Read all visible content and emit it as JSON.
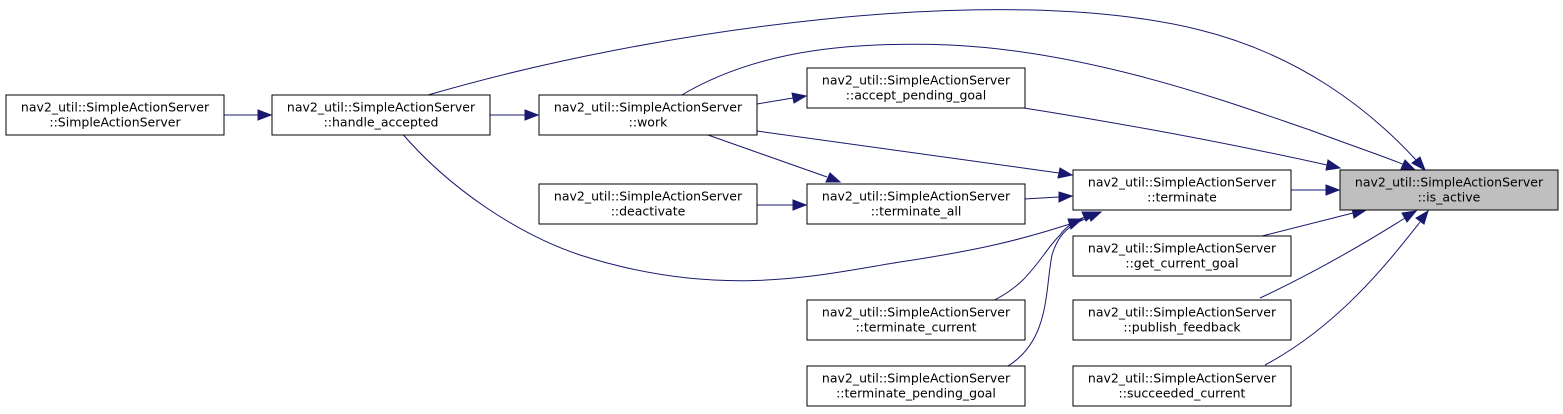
{
  "colors": {
    "edge": "#191970",
    "node_fill": "#ffffff",
    "focus_fill": "#bfbfbf",
    "border": "#000000"
  },
  "nodes": {
    "is_active": {
      "line1": "nav2_util::SimpleActionServer",
      "line2": "::is_active"
    },
    "terminate": {
      "line1": "nav2_util::SimpleActionServer",
      "line2": "::terminate"
    },
    "get_current_goal": {
      "line1": "nav2_util::SimpleActionServer",
      "line2": "::get_current_goal"
    },
    "publish_feedback": {
      "line1": "nav2_util::SimpleActionServer",
      "line2": "::publish_feedback"
    },
    "succeeded_current": {
      "line1": "nav2_util::SimpleActionServer",
      "line2": "::succeeded_current"
    },
    "accept_pending_goal": {
      "line1": "nav2_util::SimpleActionServer",
      "line2": "::accept_pending_goal"
    },
    "terminate_all": {
      "line1": "nav2_util::SimpleActionServer",
      "line2": "::terminate_all"
    },
    "terminate_current": {
      "line1": "nav2_util::SimpleActionServer",
      "line2": "::terminate_current"
    },
    "terminate_pending_goal": {
      "line1": "nav2_util::SimpleActionServer",
      "line2": "::terminate_pending_goal"
    },
    "work": {
      "line1": "nav2_util::SimpleActionServer",
      "line2": "::work"
    },
    "deactivate": {
      "line1": "nav2_util::SimpleActionServer",
      "line2": "::deactivate"
    },
    "handle_accepted": {
      "line1": "nav2_util::SimpleActionServer",
      "line2": "::handle_accepted"
    },
    "constructor": {
      "line1": "nav2_util::SimpleActionServer",
      "line2": "::SimpleActionServer"
    }
  },
  "edges": [
    {
      "from": "constructor",
      "to": "handle_accepted"
    },
    {
      "from": "handle_accepted",
      "to": "work"
    },
    {
      "from": "handle_accepted",
      "to": "is_active"
    },
    {
      "from": "handle_accepted",
      "to": "terminate"
    },
    {
      "from": "work",
      "to": "accept_pending_goal"
    },
    {
      "from": "work",
      "to": "is_active"
    },
    {
      "from": "work",
      "to": "terminate"
    },
    {
      "from": "work",
      "to": "terminate_all"
    },
    {
      "from": "accept_pending_goal",
      "to": "is_active"
    },
    {
      "from": "deactivate",
      "to": "terminate_all"
    },
    {
      "from": "terminate_all",
      "to": "terminate"
    },
    {
      "from": "terminate_current",
      "to": "terminate"
    },
    {
      "from": "terminate_pending_goal",
      "to": "terminate"
    },
    {
      "from": "terminate",
      "to": "is_active"
    },
    {
      "from": "get_current_goal",
      "to": "is_active"
    },
    {
      "from": "publish_feedback",
      "to": "is_active"
    },
    {
      "from": "succeeded_current",
      "to": "is_active"
    }
  ]
}
